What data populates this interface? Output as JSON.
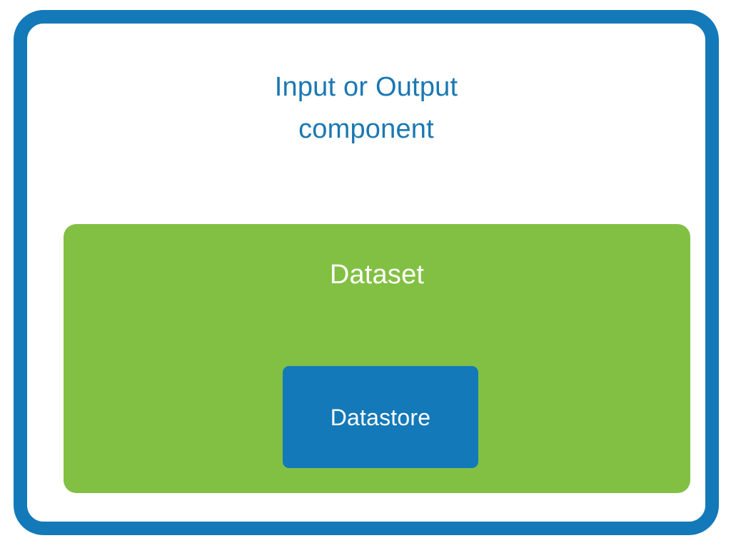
{
  "diagram": {
    "type": "nested-block-diagram",
    "background_color": "#ffffff",
    "component": {
      "title": "Input or Output\ncomponent",
      "title_color": "#1a78b2",
      "border_color": "#1479b8",
      "fill_color": "#ffffff"
    },
    "dataset": {
      "label": "Dataset",
      "fill_color": "#82c043",
      "label_color": "#ffffff"
    },
    "datastore": {
      "label": "Datastore",
      "fill_color": "#1479b8",
      "label_color": "#ffffff"
    }
  }
}
